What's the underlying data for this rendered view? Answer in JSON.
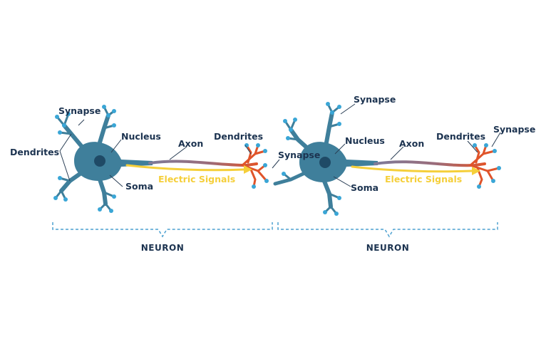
{
  "colors": {
    "cell": "#3f7f9b",
    "cell_dark": "#2f6984",
    "nucleus": "#1f4a66",
    "terminal": "#3aa6d6",
    "axon": "#7d6a8e",
    "axon_end": "#e0542a",
    "signal": "#f5cf3a",
    "label": "#1c3350",
    "neuron_label": "#1c3350",
    "bracket": "#4ca0d0",
    "leader": "#2a3e55"
  },
  "neuron_1": {
    "synapse": "Synapse",
    "dendrites": "Dendrites",
    "nucleus": "Nucleus",
    "soma": "Soma",
    "axon": "Axon",
    "axon_dendrites": "Dendrites",
    "signal": "Electric Signals",
    "bracket_label": "NEURON"
  },
  "neuron_2": {
    "synapse_top": "Synapse",
    "synapse_left": "Synapse",
    "nucleus": "Nucleus",
    "soma": "Soma",
    "axon": "Axon",
    "axon_dendrites": "Dendrites",
    "synapse_right": "Synapse",
    "signal": "Electric Signals",
    "bracket_label": "NEURON"
  }
}
